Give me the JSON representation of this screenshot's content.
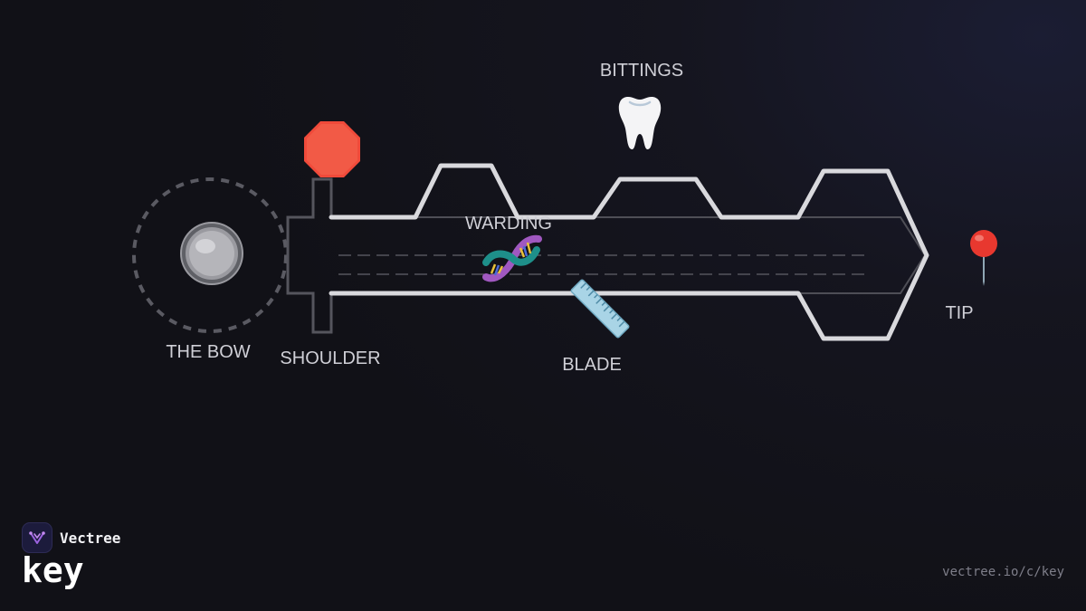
{
  "labels": {
    "bow": "THE BOW",
    "shoulder": "SHOULDER",
    "bittings": "BITTINGS",
    "warding": "WARDING",
    "blade": "BLADE",
    "tip": "TIP"
  },
  "icons": {
    "bow": "ring-icon",
    "shoulder": "stop-sign-icon",
    "bittings": "tooth-icon",
    "warding": "dna-icon",
    "blade": "ruler-icon",
    "tip": "pin-icon"
  },
  "brand": {
    "name": "Vectree",
    "title": "key",
    "url": "vectree.io/c/key"
  },
  "colors": {
    "background": "#111117",
    "outline": "#d9d9dd",
    "label": "#cfcfd6",
    "stop": "#f04a3a",
    "pin": "#e8382f"
  }
}
